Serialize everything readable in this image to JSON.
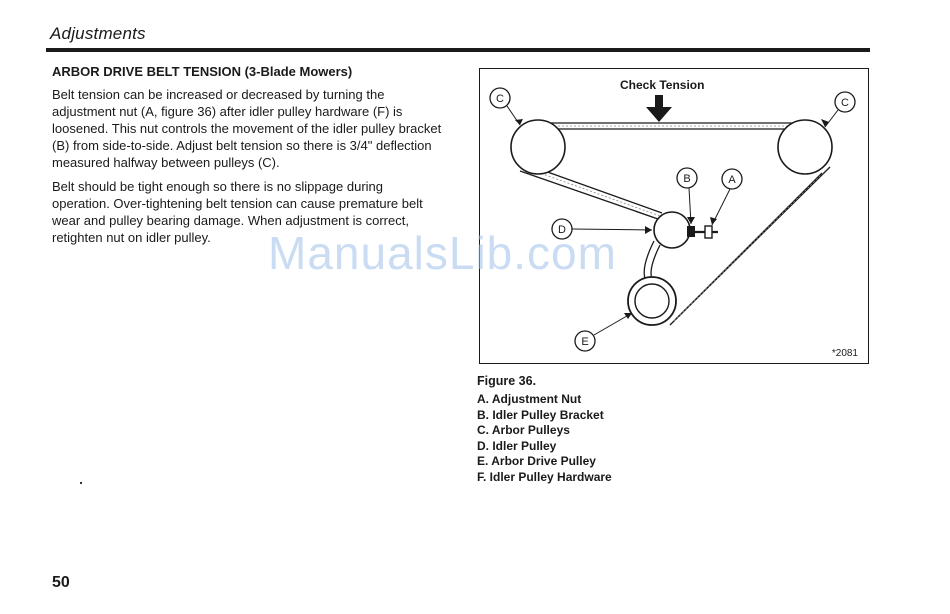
{
  "header": {
    "title": "Adjustments"
  },
  "section": {
    "heading": "ARBOR DRIVE BELT TENSION (3-Blade Mowers)",
    "paragraph1": "Belt tension can be increased or decreased by turning the adjustment nut (A, figure 36) after idler pulley hardware (F) is loosened. This nut controls the movement of the idler pulley bracket (B) from side-to-side. Adjust belt tension so there is 3/4\" deflection measured halfway between pulleys (C).",
    "paragraph2": "Belt should be tight enough so there is no slippage during operation. Over-tightening belt tension can cause premature belt wear and pulley bearing damage. When adjustment is correct, retighten nut on idler pulley."
  },
  "figure": {
    "check_label": "Check Tension",
    "labels": {
      "a": "A",
      "b": "B",
      "c_left": "C",
      "c_right": "C",
      "d": "D",
      "e": "E"
    },
    "number": "*2081",
    "caption_title": "Figure 36.",
    "legend": [
      "A. Adjustment Nut",
      "B. Idler Pulley Bracket",
      "C. Arbor Pulleys",
      "D. Idler Pulley",
      "E. Arbor Drive Pulley",
      "F. Idler Pulley Hardware"
    ]
  },
  "watermark": "ManualsLib.com",
  "page_number": "50"
}
